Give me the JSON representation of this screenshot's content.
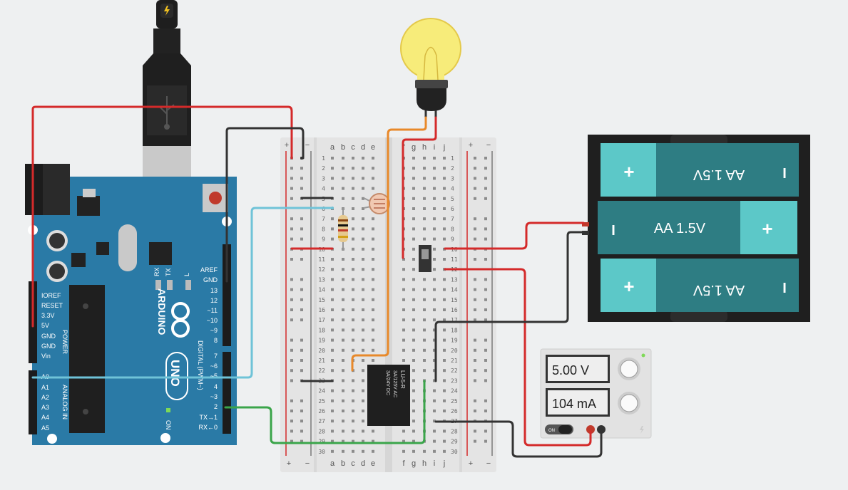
{
  "arduino": {
    "brand": "ARDUINO",
    "model": "UNO",
    "digital_label": "DIGITAL (PWM~)",
    "power_label": "POWER",
    "analog_label": "ANALOG IN",
    "on_label": "ON",
    "tx_label": "TX",
    "rx_label": "RX",
    "l_label": "L",
    "right_header": [
      "AREF",
      "GND",
      "13",
      "12",
      "~11",
      "~10",
      "~9",
      "8",
      "7",
      "~6",
      "~5",
      "4",
      "~3",
      "2",
      "TX→1",
      "RX←0"
    ],
    "power_pins": [
      "IOREF",
      "RESET",
      "3.3V",
      "5V",
      "GND",
      "GND",
      "Vin"
    ],
    "analog_pins": [
      "A0",
      "A1",
      "A2",
      "A3",
      "A4",
      "A5"
    ]
  },
  "breadboard": {
    "cols_left": [
      "a",
      "b",
      "c",
      "d",
      "e"
    ],
    "cols_right": [
      "f",
      "g",
      "h",
      "i",
      "j"
    ],
    "rows": [
      "1",
      "2",
      "3",
      "4",
      "5",
      "6",
      "7",
      "8",
      "9",
      "10",
      "11",
      "12",
      "13",
      "14",
      "15",
      "16",
      "17",
      "18",
      "19",
      "20",
      "21",
      "22",
      "23",
      "24",
      "25",
      "26",
      "27",
      "28",
      "29",
      "30"
    ],
    "plus": "+",
    "minus": "−"
  },
  "relay": {
    "line1": "LU-5-R",
    "line2": "3A/125V AC",
    "line3": "3A/24V DC"
  },
  "battery": {
    "cell_label": "AA 1.5V",
    "plus": "+",
    "minus": "I"
  },
  "power_supply": {
    "voltage": "5.00 V",
    "current": "104 mA",
    "on_label": "ON"
  },
  "colors": {
    "arduino_blue": "#2a7aa6",
    "breadboard": "#e4e4e4",
    "wire_red": "#d42a2a",
    "wire_black": "#333333",
    "wire_blue": "#6fc3d8",
    "wire_green": "#3aa54a",
    "wire_orange": "#e8892a",
    "battery_teal": "#2e7d83",
    "battery_cap": "#5cc8c8",
    "bulb_yellow": "#f7ec7a"
  }
}
